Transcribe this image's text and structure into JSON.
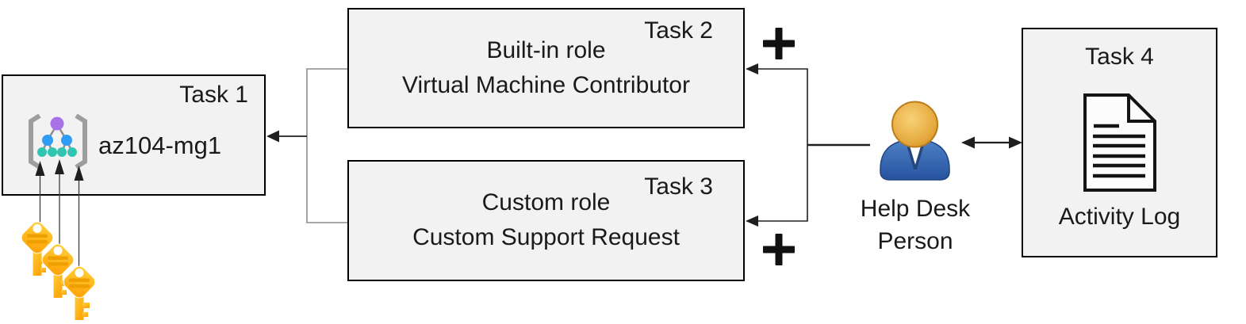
{
  "diagram": {
    "tasks": {
      "task1": {
        "label": "Task 1",
        "resource_name": "az104-mg1"
      },
      "task2": {
        "label": "Task 2",
        "line1": "Built-in role",
        "line2": "Virtual Machine Contributor"
      },
      "task3": {
        "label": "Task 3",
        "line1": "Custom role",
        "line2": "Custom Support Request"
      },
      "task4": {
        "label": "Task 4",
        "caption": "Activity Log"
      }
    },
    "person": {
      "label_line1": "Help Desk",
      "label_line2": "Person"
    },
    "symbols": {
      "plus_top": "+",
      "plus_bottom": "+"
    },
    "icons": {
      "task1": "management-group-icon",
      "task1_keys": "access-keys-icon",
      "task4": "activity-log-document-icon",
      "person": "help-desk-person-icon"
    }
  },
  "colors": {
    "box_fill": "#f2f2f2",
    "box_border": "#000000",
    "text_color": "#1a1a1a",
    "connector_gray": "#8c8c8c",
    "arrow_dark": "#1f1f1f",
    "key_yellow": "#ffc califa21e",
    "key_yellow_light": "#ffd23f",
    "key_yellow_deep": "#ffa60a",
    "key_stripe": "#ef9f00",
    "person_blue": "#2f62ae",
    "person_blue_dark": "#1f4483",
    "person_head_gold": "#e2a339",
    "mg_purple": "#a873e8",
    "mg_blue": "#2f9cf5",
    "mg_teal": "#30c5b0",
    "mg_bracket": "#9e9e9e"
  }
}
